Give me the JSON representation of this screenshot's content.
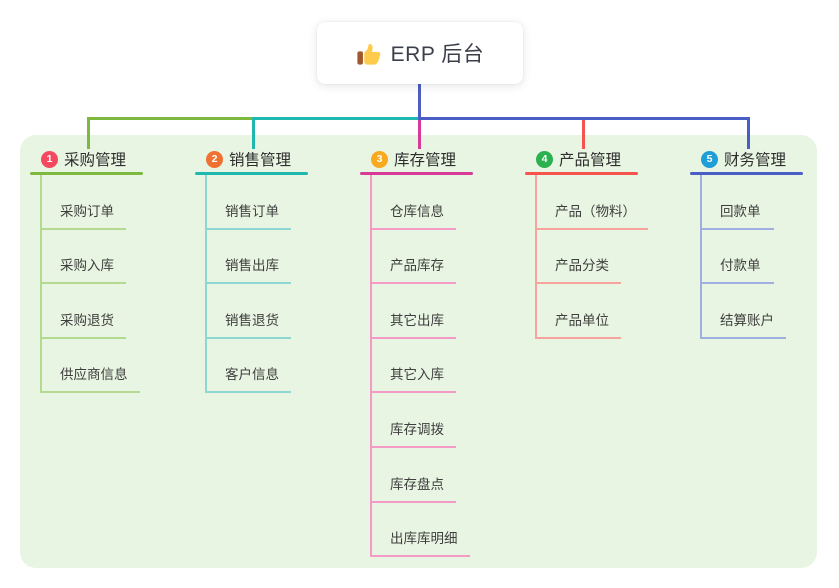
{
  "root": {
    "title": "ERP 后台",
    "icon": "thumbs-up-icon",
    "line_color": "#4a5ec6"
  },
  "panel": {
    "background": "#e8f5e2"
  },
  "branches": [
    {
      "num": "1",
      "label": "采购管理",
      "badge_color": "#f5495f",
      "line_color": "#7cb93e",
      "child_line_color": "#b3da90",
      "children": [
        "采购订单",
        "采购入库",
        "采购退货",
        "供应商信息"
      ]
    },
    {
      "num": "2",
      "label": "销售管理",
      "badge_color": "#ef7232",
      "line_color": "#1eb8b0",
      "child_line_color": "#8ed7d1",
      "children": [
        "销售订单",
        "销售出库",
        "销售退货",
        "客户信息"
      ]
    },
    {
      "num": "3",
      "label": "库存管理",
      "badge_color": "#f9a91d",
      "line_color": "#d83a97",
      "child_line_color": "#f49ac6",
      "children": [
        "仓库信息",
        "产品库存",
        "其它出库",
        "其它入库",
        "库存调拨",
        "库存盘点",
        "出库库明细"
      ]
    },
    {
      "num": "4",
      "label": "产品管理",
      "badge_color": "#2cb151",
      "line_color": "#f4534e",
      "child_line_color": "#f8a39d",
      "children": [
        "产品（物料）",
        "产品分类",
        "产品单位"
      ]
    },
    {
      "num": "5",
      "label": "财务管理",
      "badge_color": "#1f9fd8",
      "line_color": "#4a5ec6",
      "child_line_color": "#9fb0e0",
      "children": [
        "回款单",
        "付款单",
        "结算账户"
      ]
    }
  ]
}
